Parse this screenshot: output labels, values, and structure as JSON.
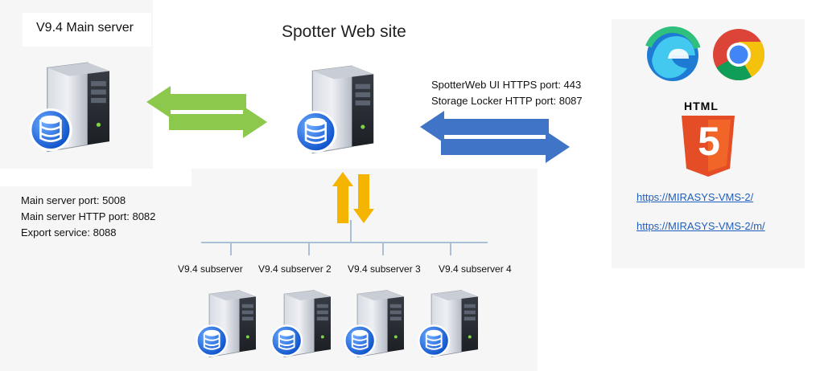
{
  "main_server": {
    "title": "V9.4 Main server",
    "ports": [
      "Main server port: 5008",
      "Main server HTTP port: 8082",
      "Export service: 8088"
    ]
  },
  "web_site": {
    "title": "Spotter Web site",
    "ports": [
      "SpotterWeb UI HTTPS port: 443",
      "Storage Locker HTTP port: 8087"
    ]
  },
  "subservers": [
    "V9.4 subserver",
    "V9.4 subserver 2",
    "V9.4 subserver 3",
    "V9.4 subserver 4"
  ],
  "clients": {
    "html_badge": "HTML",
    "html5_digit": "5",
    "urls": [
      "https://MIRASYS-VMS-2/",
      "https://MIRASYS-VMS-2/m/"
    ]
  },
  "colors": {
    "green_arrow": "#8cc84b",
    "blue_arrow": "#3f74c6",
    "yellow_arrow": "#f4b400",
    "html5_orange": "#e44d26",
    "line": "#a9bfd6"
  },
  "icons": [
    "server-icon",
    "database-icon",
    "edge-icon",
    "chrome-icon",
    "html5-icon"
  ]
}
